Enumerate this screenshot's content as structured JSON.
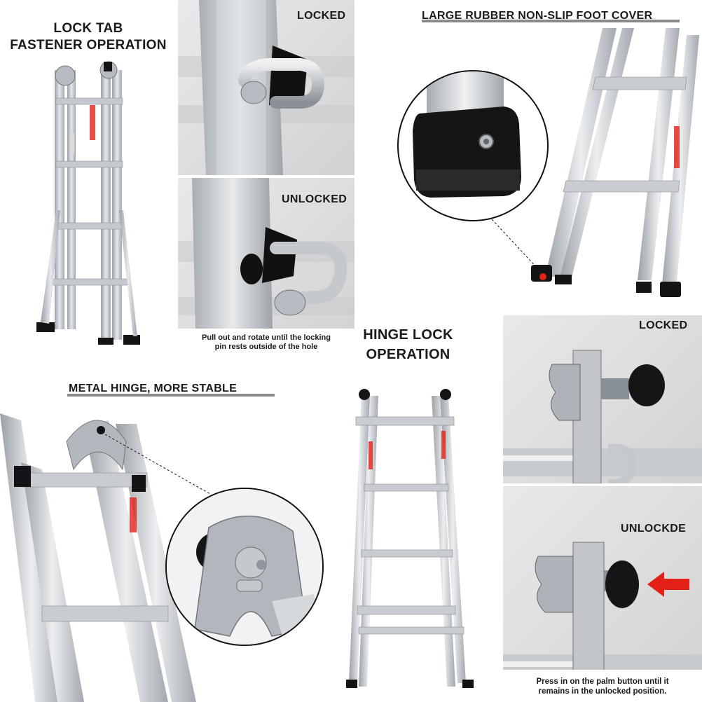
{
  "lock_tab": {
    "title_line1": "LOCK TAB",
    "title_line2": "FASTENER OPERATION"
  },
  "locked_pin": {
    "label": "LOCKED"
  },
  "unlocked_pin": {
    "label": "UNLOCKED",
    "caption_line1": "Pull out and rotate until the locking",
    "caption_line2": "pin rests outside of the hole"
  },
  "foot_cover": {
    "title": "LARGE RUBBER NON-SLIP FOOT COVER"
  },
  "hinge_lock": {
    "title_line1": "HINGE LOCK",
    "title_line2": "OPERATION"
  },
  "metal_hinge": {
    "title": "METAL HINGE, MORE STABLE"
  },
  "hinge_locked": {
    "label": "LOCKED"
  },
  "hinge_unlocked": {
    "label": "UNLOCKDE",
    "caption_line1": "Press in on the palm button until it",
    "caption_line2": "remains in the unlocked position."
  },
  "colors": {
    "aluminum": "#c9cdd2",
    "aluminum_dark": "#8f959c",
    "rubber": "#141414",
    "accent_red": "#e32118",
    "panel_gray": "#dcdcdc"
  }
}
